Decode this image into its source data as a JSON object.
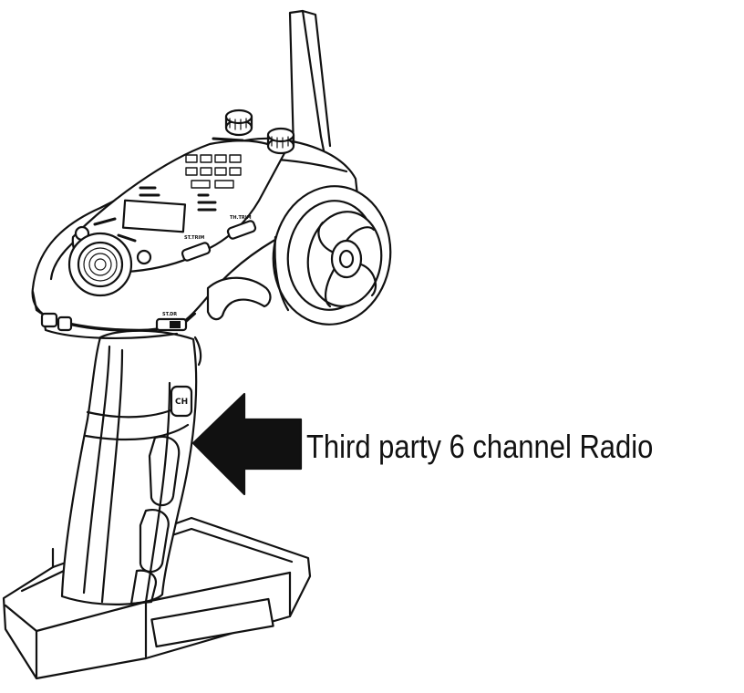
{
  "caption": "Third party 6 channel Radio",
  "illustration": {
    "subject": "pistol-grip-transmitter-icon",
    "labels": {
      "switch_label": "ST.DR",
      "trim_left": "ST.TRIM",
      "trim_right": "TH.TRIM",
      "grip_label": "CH"
    }
  },
  "colors": {
    "ink": "#111111",
    "background": "#ffffff"
  }
}
